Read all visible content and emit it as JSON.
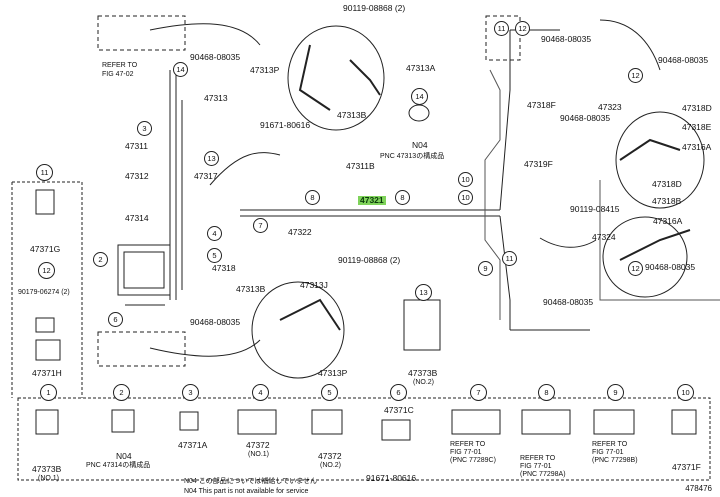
{
  "parts": {
    "p90119_08868_2a": "90119-08868 (2)",
    "p90468_08035_a": "90468-08035",
    "refer_fig": "REFER TO",
    "refer_fig2": "FIG 47-02",
    "p47313P_a": "47313P",
    "p47313A": "47313A",
    "p47313": "47313",
    "p47313B_a": "47313B",
    "p91671_80616_a": "91671-80616",
    "p47311B": "47311B",
    "p47311": "47311",
    "n04_label": "N04",
    "pnc_47313": "PNC 47313の構成品",
    "p47312": "47312",
    "p47317": "47317",
    "p47314": "47314",
    "p47318": "47318",
    "p47322": "47322",
    "p47321": "47321",
    "p90119_08868_2b": "90119-08868 (2)",
    "p47313B_b": "47313B",
    "p47313J": "47313J",
    "p90468_08035_b": "90468-08035",
    "p47313P_b": "47313P",
    "p47373B_b": "47373B",
    "p47373B_b2": "(NO.2)",
    "p47371G": "47371G",
    "p90179_06274_2": "90179-06274 (2)",
    "p47371H": "47371H",
    "p90468_08035_c": "90468-08035",
    "p90468_08035_d": "90468-08035",
    "p47318F": "47318F",
    "p47323": "47323",
    "p90468_08035_e": "90468-08035",
    "p90468_08035_f": "90468-08035",
    "p47319F": "47319F",
    "p90119_08415": "90119-08415",
    "p47318D_a": "47318D",
    "p47318E": "47318E",
    "p47316A_a": "47316A",
    "p47318D_b": "47318D",
    "p47318B": "47318B",
    "p47316A_b": "47316A",
    "p47324": "47324",
    "p90468_08035_g": "90468-08035",
    "p90468_08035_h": "90468-08035",
    "b47373B": "47373B",
    "b47373B_n": "(NO.1)",
    "b47373B_2": "47373B",
    "b47373B_2n": "(NO.2)",
    "bN04": "N04",
    "bPNC47314": "PNC 47314の構成品",
    "b47371A": "47371A",
    "b47372": "47372",
    "b47372_n": "(NO.1)",
    "b47372_2": "47372",
    "b47372_2n": "(NO.2)",
    "b47371C": "47371C",
    "b91671_80616": "91671-80616",
    "bRefer1": "REFER TO",
    "bFig1": "FIG 77-01",
    "bPnc1": "(PNC 77289C)",
    "bRefer2": "REFER TO",
    "bFig2": "FIG 77-01",
    "bPnc2": "(PNC 77298A)",
    "bRefer3": "REFER TO",
    "bFig3": "FIG 77-01",
    "bPnc3": "(PNC 77298B)",
    "b47371F": "47371F"
  },
  "notes": {
    "jp": "N04 この部品については補給していません",
    "en": "N04 This part is not available for service"
  },
  "callouts": {
    "c1": "1",
    "c2": "2",
    "c3": "3",
    "c4": "4",
    "c5": "5",
    "c6": "6",
    "c7": "7",
    "c8": "8",
    "c9": "9",
    "c10": "10",
    "c11": "11",
    "c12": "12",
    "c13": "13",
    "c14": "14"
  },
  "figure_id": "478476"
}
